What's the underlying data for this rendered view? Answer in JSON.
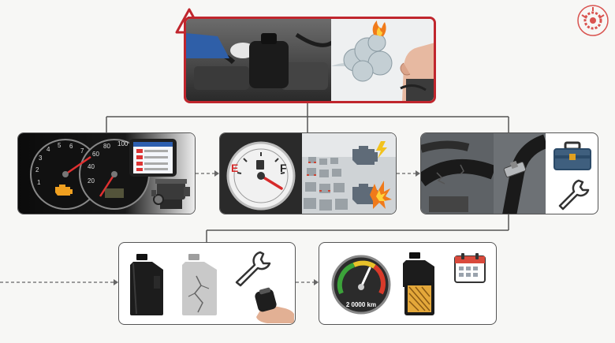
{
  "logo": {
    "icon": "gear-wheel-logo-icon",
    "color": "#d9534f"
  },
  "top_panel": {
    "warning_icon": "warning-triangle-icon",
    "photo_left": "mechanic-checking-engine-oil-photo",
    "photo_right": "person-smelling-burning-smoke-photo",
    "border_color": "#c0262d"
  },
  "row2": {
    "panel1": {
      "icons": [
        "dashboard-gauges-icon",
        "check-engine-light-icon",
        "tablet-diagnostics-icon",
        "engine-block-icon"
      ],
      "gauge_left_ticks": [
        "1",
        "2",
        "3",
        "4",
        "5",
        "6",
        "7"
      ],
      "gauge_right_ticks": [
        "20",
        "40",
        "60",
        "80",
        "100"
      ],
      "warning_color": "#f0a020"
    },
    "panel2": {
      "icons": [
        "fuel-gauge-icon",
        "traffic-jam-photo",
        "engine-spark-icon",
        "engine-explosion-icon"
      ],
      "fuel_empty": "E",
      "fuel_full": "F"
    },
    "panel3": {
      "icons": [
        "cracked-hose-photo",
        "hose-clamp-photo",
        "toolbox-icon",
        "wrench-icon"
      ]
    }
  },
  "row3": {
    "panel1": {
      "icons": [
        "new-oil-bottle-icon",
        "cracked-old-oil-bottle-icon",
        "wrench-icon",
        "hand-holding-oil-filter-icon"
      ]
    },
    "panel2": {
      "icons": [
        "odometer-gauge-icon",
        "oil-bottle-icon",
        "oil-filter-icon",
        "calendar-icon"
      ],
      "odometer_text": "2 0000 km"
    }
  }
}
